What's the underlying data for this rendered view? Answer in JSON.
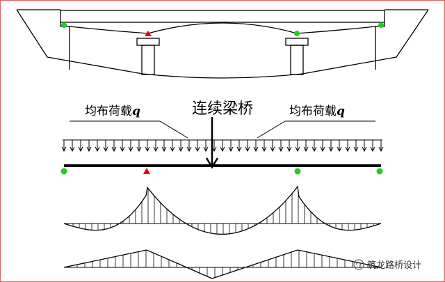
{
  "title": "连续梁桥",
  "load_label_left": "均布荷载",
  "load_label_right": "均布荷载",
  "load_symbol": "q",
  "watermark": "筑龙路桥设计",
  "colors": {
    "line": "#000000",
    "support_roller": "#22cc22",
    "support_pin": "#ee0000",
    "frame": "#e06060"
  },
  "supports": [
    {
      "id": "left-end",
      "type": "roller"
    },
    {
      "id": "pier-1",
      "type": "pin"
    },
    {
      "id": "pier-2",
      "type": "roller"
    },
    {
      "id": "right-end",
      "type": "roller"
    }
  ],
  "diagrams": [
    {
      "id": "bending-moment"
    },
    {
      "id": "shear-force"
    }
  ]
}
